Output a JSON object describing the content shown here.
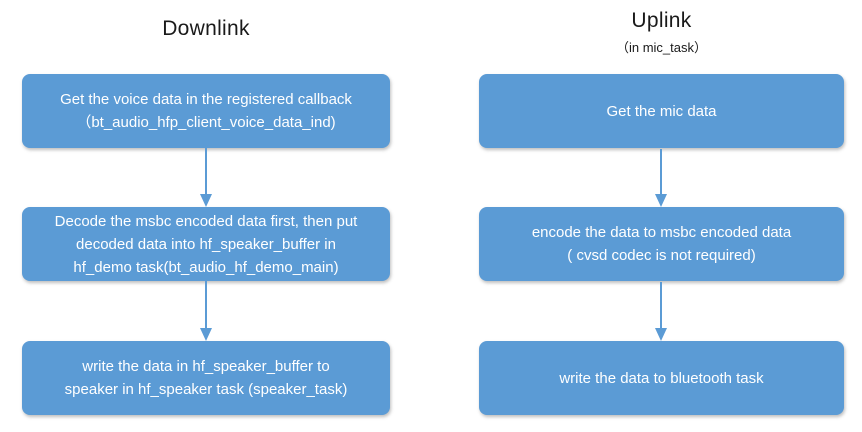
{
  "colors": {
    "box_blue": "#5B9BD5",
    "arrow_blue": "#5B9BD5",
    "title_text": "#1a1a1a",
    "box_text": "#ffffff"
  },
  "columns": [
    {
      "title": "Downlink",
      "subtitle": "",
      "boxes": [
        {
          "lines": [
            "Get the voice data in the registered callback",
            "（bt_audio_hfp_client_voice_data_ind)"
          ]
        },
        {
          "lines": [
            "Decode the msbc encoded data first, then put",
            "decoded data into hf_speaker_buffer in",
            "hf_demo task(bt_audio_hf_demo_main)"
          ]
        },
        {
          "lines": [
            "write the data in hf_speaker_buffer to",
            "speaker in hf_speaker task (speaker_task)"
          ]
        }
      ]
    },
    {
      "title": "Uplink",
      "subtitle": "（in mic_task）",
      "boxes": [
        {
          "lines": [
            "Get the mic data"
          ]
        },
        {
          "lines": [
            "encode the data to msbc encoded data",
            "( cvsd codec is not required)"
          ]
        },
        {
          "lines": [
            "write the data to bluetooth  task"
          ]
        }
      ]
    }
  ]
}
